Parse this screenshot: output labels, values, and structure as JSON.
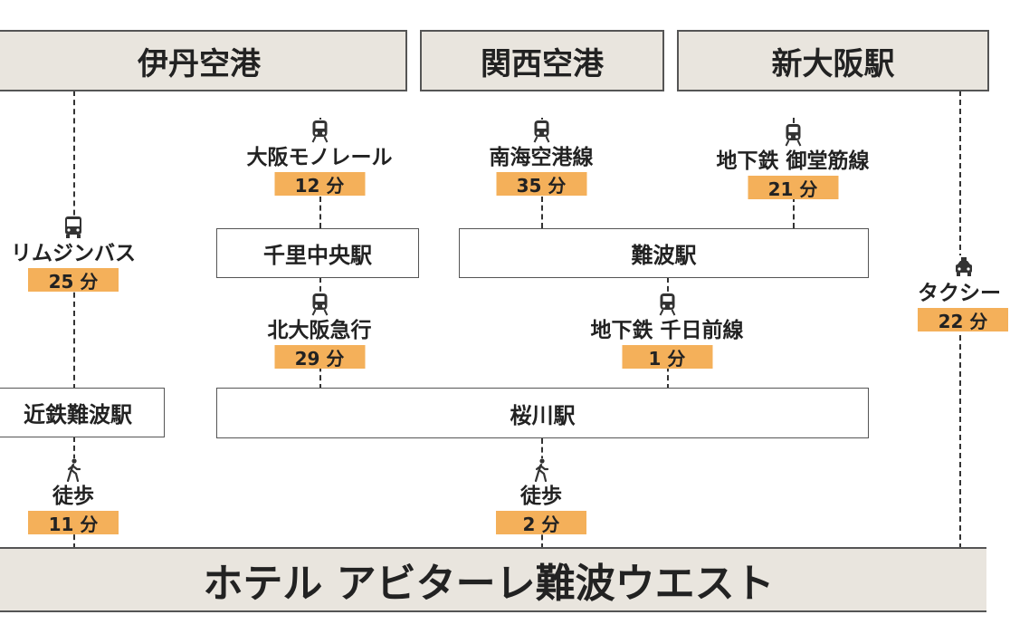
{
  "origins": {
    "itami": "伊丹空港",
    "kansai": "関西空港",
    "shin_osaka": "新大阪駅"
  },
  "stations": {
    "senri_chuo": "千里中央駅",
    "namba": "難波駅",
    "kintetsu_namba": "近鉄難波駅",
    "sakuragawa": "桜川駅"
  },
  "segments": {
    "limousine": {
      "label": "リムジンバス",
      "time": "25 分",
      "icon": "bus-icon"
    },
    "monorail": {
      "label": "大阪モノレール",
      "time": "12 分",
      "icon": "train-icon"
    },
    "kitakyu": {
      "label": "北大阪急行",
      "time": "29 分",
      "icon": "train-icon"
    },
    "nankai": {
      "label": "南海空港線",
      "time": "35 分",
      "icon": "train-icon"
    },
    "midosuji": {
      "label": "地下鉄 御堂筋線",
      "time": "21 分",
      "icon": "train-icon"
    },
    "sennichimae": {
      "label": "地下鉄 千日前線",
      "time": "1 分",
      "icon": "train-icon"
    },
    "taxi": {
      "label": "タクシー",
      "time": "22 分",
      "icon": "taxi-icon"
    },
    "walk_kintetsu": {
      "label": "徒歩",
      "time": "11 分",
      "icon": "walking-person-icon"
    },
    "walk_sakuragawa": {
      "label": "徒歩",
      "time": "2 分",
      "icon": "walking-person-icon"
    }
  },
  "hotel": "ホテル アビターレ難波ウエスト",
  "colors": {
    "time_badge": "#f4b05a",
    "header_bg": "#e9e5de",
    "border": "#555555"
  }
}
